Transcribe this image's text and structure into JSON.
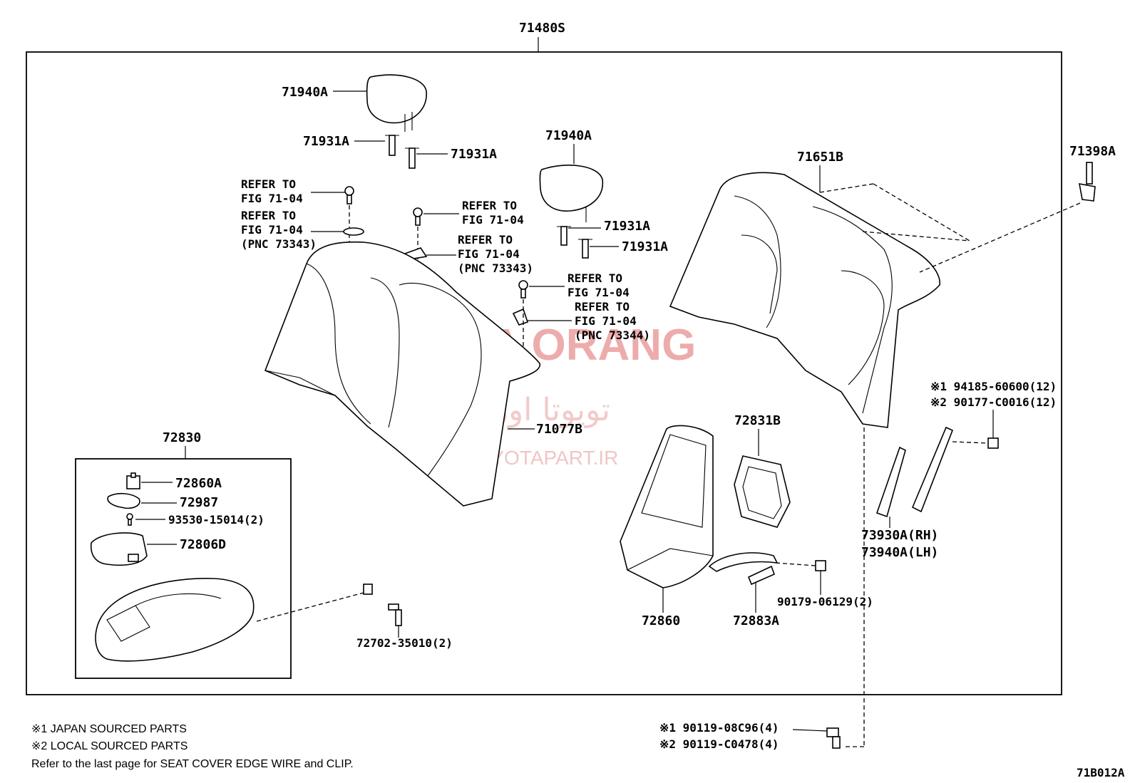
{
  "assembly": {
    "main_part_no": "71480S",
    "figure_code": "71B012A"
  },
  "labels": {
    "headrest_upper": "71940A",
    "support_a": "71931A",
    "support_b": "71931A",
    "headrest_center": "71940A",
    "support_c": "71931A",
    "support_d": "71931A",
    "back_cover_frame": "71651B",
    "hook": "71398A",
    "cushion_cover": "71077B",
    "armrest_assy": "72830",
    "armrest_box": "72831B",
    "armrest_lid": "72860",
    "hinge": "72883A",
    "nut": "90179-06129(2)",
    "screw_armrest": "72702-35010(2)",
    "clip": "72860A",
    "pad": "72987",
    "screw_small": "93530-15014(2)",
    "cup_holder": "72806D",
    "rh_part": "73930A(RH)",
    "lh_part": "73940A(LH)",
    "nut_jp": "※1 94185-60600(12)",
    "nut_local": "※2 90177-C0016(12)",
    "bolt_jp": "※1 90119-08C96(4)",
    "bolt_local": "※2 90119-C0478(4)"
  },
  "refers": {
    "r1": [
      "REFER TO",
      "FIG 71-04"
    ],
    "r2": [
      "REFER TO",
      "FIG 71-04",
      "(PNC 73343)"
    ],
    "r3": [
      "REFER TO",
      "FIG 71-04"
    ],
    "r4": [
      "REFER TO",
      "FIG 71-04",
      "(PNC 73343)"
    ],
    "r5": [
      "REFER TO",
      "FIG 71-04"
    ],
    "r6": [
      "REFER TO",
      "FIG 71-04",
      "(PNC 73344)"
    ]
  },
  "notes": {
    "n1": "※1 JAPAN SOURCED PARTS",
    "n2": "※2 LOCAL SOURCED PARTS",
    "n3": "Refer to the last page for SEAT COVER EDGE WIRE and CLIP."
  },
  "watermark": {
    "latin": "TOYOTA ORANG",
    "persian": "تویوتا اورنگ",
    "url": "TOYOTAPART.IR"
  }
}
